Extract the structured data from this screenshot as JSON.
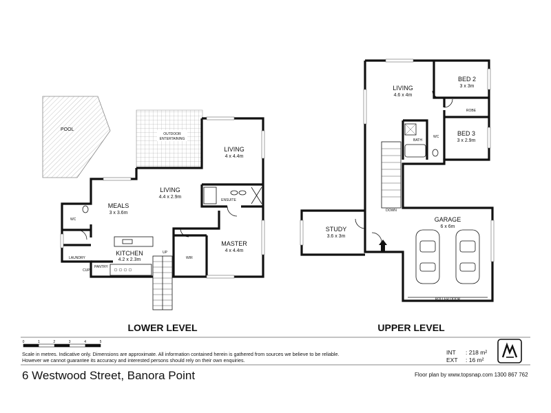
{
  "rooms": {
    "pool": "POOL",
    "outdoor_line1": "OUTDOOR",
    "outdoor_line2": "ENTERTAINING",
    "living_lower": {
      "name": "LIVING",
      "dims": "4 x 4.4m"
    },
    "living_main": {
      "name": "LIVING",
      "dims": "4.4 x 2.9m"
    },
    "meals": {
      "name": "MEALS",
      "dims": "3 x 3.6m"
    },
    "kitchen": {
      "name": "KITCHEN",
      "dims": "4.2 x 2.3m"
    },
    "master": {
      "name": "MASTER",
      "dims": "4 x 4.4m"
    },
    "ensuite": "ENSUITE",
    "wc": "WC",
    "laundry": "LAUNDRY",
    "wir": "WIR",
    "pantry": "PANTRY",
    "cup": "CUP",
    "up": "UP",
    "living_upper": {
      "name": "LIVING",
      "dims": "4.6 x 4m"
    },
    "bed2": {
      "name": "BED 2",
      "dims": "3 x 3m"
    },
    "bed3": {
      "name": "BED 3",
      "dims": "3 x 2.9m"
    },
    "robe": "ROBE",
    "bath": "BATH",
    "wc_upper": "WC",
    "study": {
      "name": "STUDY",
      "dims": "3.6 x 3m"
    },
    "garage": {
      "name": "GARAGE",
      "dims": "6 x 6m"
    },
    "down": "DOWN",
    "roller_door": "ROLLER DOOR"
  },
  "levels": {
    "lower": "LOWER LEVEL",
    "upper": "UPPER LEVEL"
  },
  "scale": {
    "ticks": [
      "0",
      "1",
      "2",
      "3",
      "4",
      "5"
    ]
  },
  "disclaimer": "Scale in metres. Indicative only. Dimensions  are approximate. All information contained herein is gathered from sources we believe to be  reliable. However we cannot guarantee its accuracy and interested persons should  rely on their own enquiries.",
  "area": {
    "int_label": "INT",
    "int_value": ": 218 m²",
    "ext_label": "EXT",
    "ext_value": ":   16 m²"
  },
  "address": "6 Westwood Street, Banora Point",
  "credit": "Floor plan by www.topsnap.com 1300 867 762",
  "colors": {
    "wall": "#111111",
    "grid": "#9a9a9a",
    "background": "#ffffff"
  }
}
